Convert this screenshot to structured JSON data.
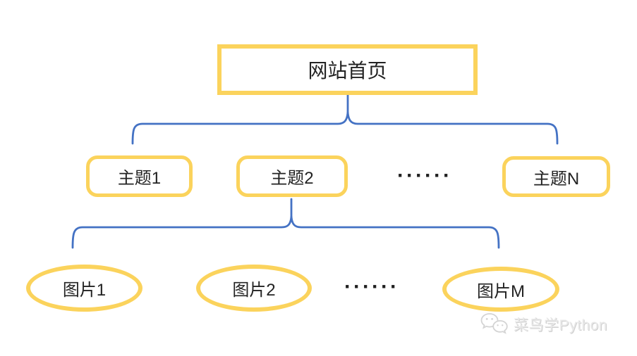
{
  "diagram": {
    "title_node": {
      "label": "网站首页"
    },
    "topics": {
      "items": [
        {
          "label": "主题1"
        },
        {
          "label": "主题2"
        },
        {
          "label": "主题N"
        }
      ],
      "ellipsis": "······"
    },
    "images": {
      "items": [
        {
          "label": "图片1"
        },
        {
          "label": "图片2"
        },
        {
          "label": "图片M"
        }
      ],
      "ellipsis": "······"
    },
    "colors": {
      "node_border": "#FBD35C",
      "connector": "#4472C4",
      "text": "#232323",
      "watermark": "#e9e9e9",
      "background": "#ffffff"
    }
  },
  "watermark": {
    "label": "菜鸟学Python"
  }
}
